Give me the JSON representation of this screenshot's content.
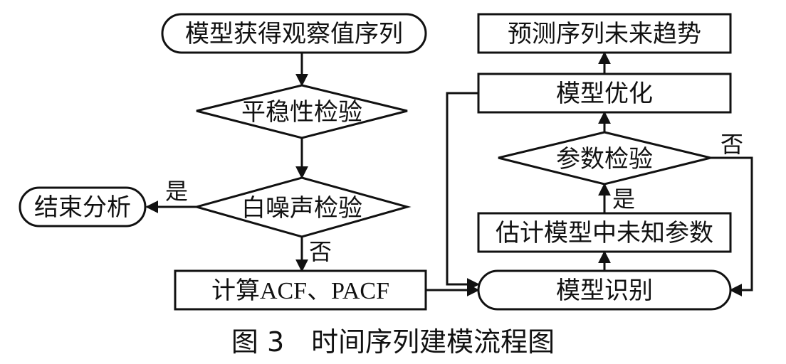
{
  "nodes": {
    "obtain_series": "模型获得观察值序列",
    "stationarity_test": "平稳性检验",
    "white_noise_test": "白噪声检验",
    "end_analysis": "结束分析",
    "compute_acf_pacf": "计算ACF、PACF",
    "forecast_trend": "预测序列未来趋势",
    "model_optimize": "模型优化",
    "param_test": "参数检验",
    "estimate_params": "估计模型中未知参数",
    "model_identify": "模型识别"
  },
  "edge_labels": {
    "white_noise_yes": "是",
    "white_noise_no": "否",
    "param_no": "否",
    "param_yes": "是"
  },
  "caption": "图 3　时间序列建模流程图",
  "colors": {
    "stroke": "#111111",
    "background": "#ffffff"
  }
}
